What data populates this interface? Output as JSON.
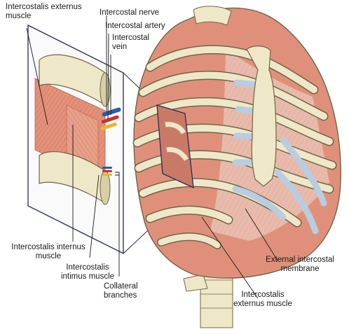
{
  "labels": {
    "ext_muscle_l1": "Intercostalis externus",
    "ext_muscle_l2": "muscle",
    "nerve": "Intercostal nerve",
    "artery": "Intercostal artery",
    "vein_l1": "Intercostal",
    "vein_l2": "vein",
    "internus_l1": "Intercostalis internus",
    "internus_l2": "muscle",
    "intimus_l1": "Intercostalis",
    "intimus_l2": "intimus muscle",
    "collateral_l1": "Collateral",
    "collateral_l2": "branches",
    "ext_membrane_l1": "External intercostal",
    "ext_membrane_l2": "membrane",
    "ext_muscle_r1": "Intercostalis",
    "ext_muscle_r2": "externus muscle"
  },
  "colors": {
    "bone": "#efe8c8",
    "bone_outline": "#6e6548",
    "muscle": "#e3917a",
    "muscle_dark": "#b85f4b",
    "cartilage": "#b9cde0",
    "vein": "#2e5aa8",
    "artery": "#c8312d",
    "nerve": "#e6b82c",
    "line": "#1a1a1a",
    "frame": "#2a2a55"
  }
}
